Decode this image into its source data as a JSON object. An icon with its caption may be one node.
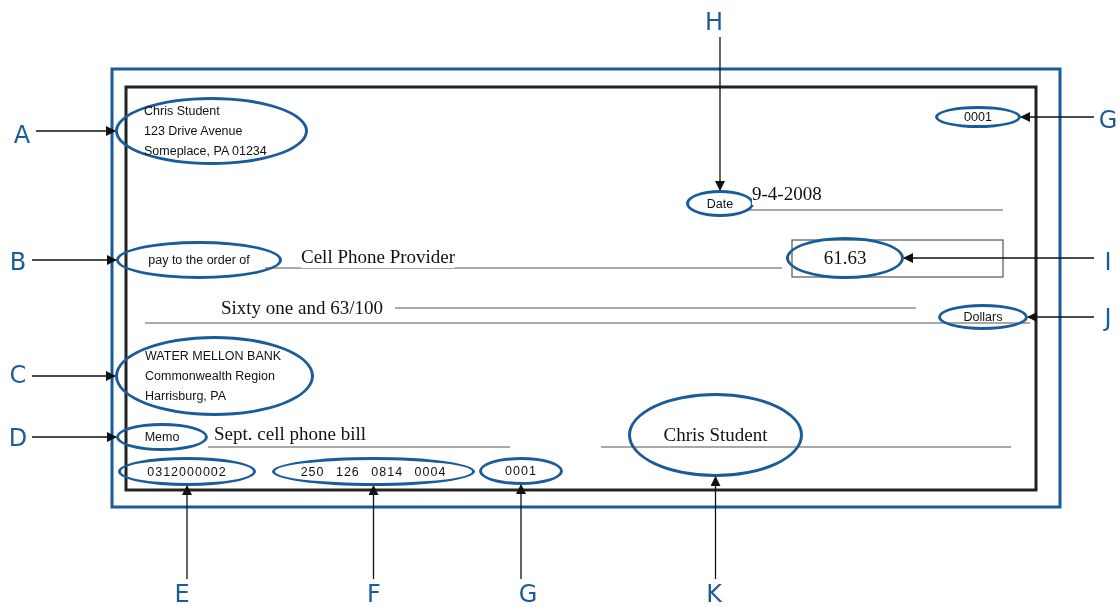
{
  "diagram": {
    "nodes": [
      {
        "text": [
          "H"
        ]
      },
      {
        "text": [
          "A"
        ]
      },
      {
        "text": [
          "Chris Student",
          "123 Drive Avenue",
          "Someplace, PA 01234"
        ]
      },
      {
        "text": [
          "0001"
        ]
      },
      {
        "text": [
          "G"
        ]
      },
      {
        "text": [
          "Date"
        ]
      },
      {
        "text": [
          "B"
        ]
      },
      {
        "text": [
          "pay to the order of"
        ]
      },
      {
        "text": [
          "61.63"
        ]
      },
      {
        "text": [
          "I"
        ]
      },
      {
        "text": [
          "Dollars"
        ]
      },
      {
        "text": [
          "J"
        ]
      },
      {
        "text": [
          "C"
        ]
      },
      {
        "text": [
          "WATER MELLON BANK",
          "Commonwealth Region",
          "Harrisburg, PA"
        ]
      },
      {
        "text": [
          "D"
        ]
      },
      {
        "text": [
          "Memo"
        ]
      },
      {
        "text": [
          "Chris Student"
        ]
      },
      {
        "text": [
          "0312000002"
        ]
      },
      {
        "text": [
          "250 126 0814 0004"
        ]
      },
      {
        "text": [
          "0001"
        ]
      },
      {
        "text": [
          "E"
        ]
      },
      {
        "text": [
          "F"
        ]
      },
      {
        "text": [
          "G"
        ]
      },
      {
        "text": [
          "K"
        ]
      }
    ],
    "edges": [
      {
        "from": 0,
        "to": 5,
        "arrow": "to"
      },
      {
        "from": 1,
        "to": 2,
        "arrow": "to"
      },
      {
        "from": 4,
        "to": 3,
        "arrow": "to"
      },
      {
        "from": 6,
        "to": 7,
        "arrow": "to"
      },
      {
        "from": 9,
        "to": 8,
        "arrow": "to"
      },
      {
        "from": 11,
        "to": 10,
        "arrow": "to"
      },
      {
        "from": 12,
        "to": 13,
        "arrow": "to"
      },
      {
        "from": 14,
        "to": 15,
        "arrow": "to"
      },
      {
        "from": 20,
        "to": 17,
        "arrow": "to"
      },
      {
        "from": 21,
        "to": 18,
        "arrow": "to"
      },
      {
        "from": 22,
        "to": 19,
        "arrow": "to"
      },
      {
        "from": 23,
        "to": 16,
        "arrow": "to"
      }
    ],
    "labels": [
      "9-4-2008",
      "Cell Phone Provider",
      "Sixty one and 63/100",
      "Sept. cell phone bill"
    ]
  }
}
